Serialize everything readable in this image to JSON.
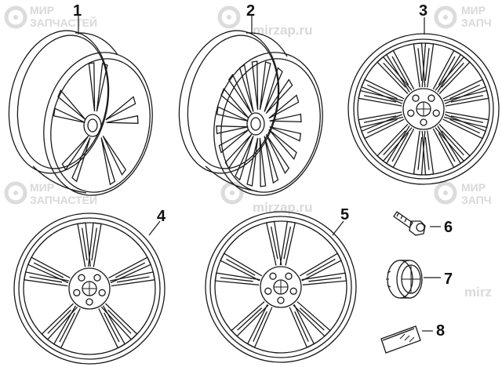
{
  "watermark": {
    "line1": "МИР",
    "line2": "ЗАПЧАСТЕЙ",
    "line2_cut": "ЗАПЧ",
    "site": "mirzap.ru",
    "site_short": "mirz",
    "color": "#d6d6d6"
  },
  "callouts": [
    {
      "id": "1",
      "label": "1"
    },
    {
      "id": "2",
      "label": "2"
    },
    {
      "id": "3",
      "label": "3"
    },
    {
      "id": "4",
      "label": "4"
    },
    {
      "id": "5",
      "label": "5"
    },
    {
      "id": "6",
      "label": "6"
    },
    {
      "id": "7",
      "label": "7"
    },
    {
      "id": "8",
      "label": "8"
    }
  ],
  "colors": {
    "line": "#1a1a1a",
    "background": "#ffffff"
  }
}
